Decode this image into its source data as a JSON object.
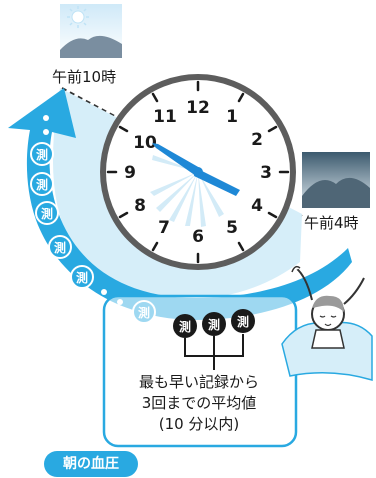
{
  "diagram": {
    "time_start": "午前10時",
    "time_end": "午前4時",
    "clock_numbers": [
      "12",
      "1",
      "2",
      "3",
      "4",
      "5",
      "6",
      "7",
      "8",
      "9",
      "10",
      "11"
    ],
    "measure_mark": "測",
    "caption_lines": [
      "最も早い記録から",
      "3回までの平均値",
      "(10 分以内)"
    ],
    "badge": "朝の血圧"
  },
  "colors": {
    "arc_blue": "#29a9e1",
    "pale_blue": "#d6eef9",
    "clock_hand": "#1e88d6",
    "clock_rim": "#5d5d5d"
  }
}
